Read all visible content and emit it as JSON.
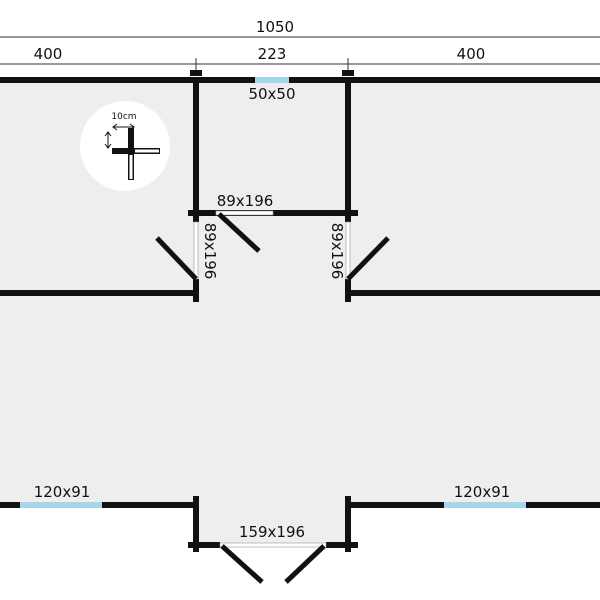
{
  "dimensions": {
    "total": "1050",
    "left_room": "400",
    "middle_room": "223",
    "right_room": "400"
  },
  "openings": {
    "top_window": "50x50",
    "inner_door": "89x196",
    "left_room_door": "89x196",
    "right_room_door": "89x196",
    "window_left": "120x91",
    "window_right": "120x91",
    "entrance_door": "159x196"
  },
  "wall_detail": {
    "thickness_label": "10cm"
  },
  "colors": {
    "floor": "#eeeeee",
    "wall": "#111111",
    "window_glass": "#a6d6ea",
    "detail_circle": "#ffffff"
  }
}
